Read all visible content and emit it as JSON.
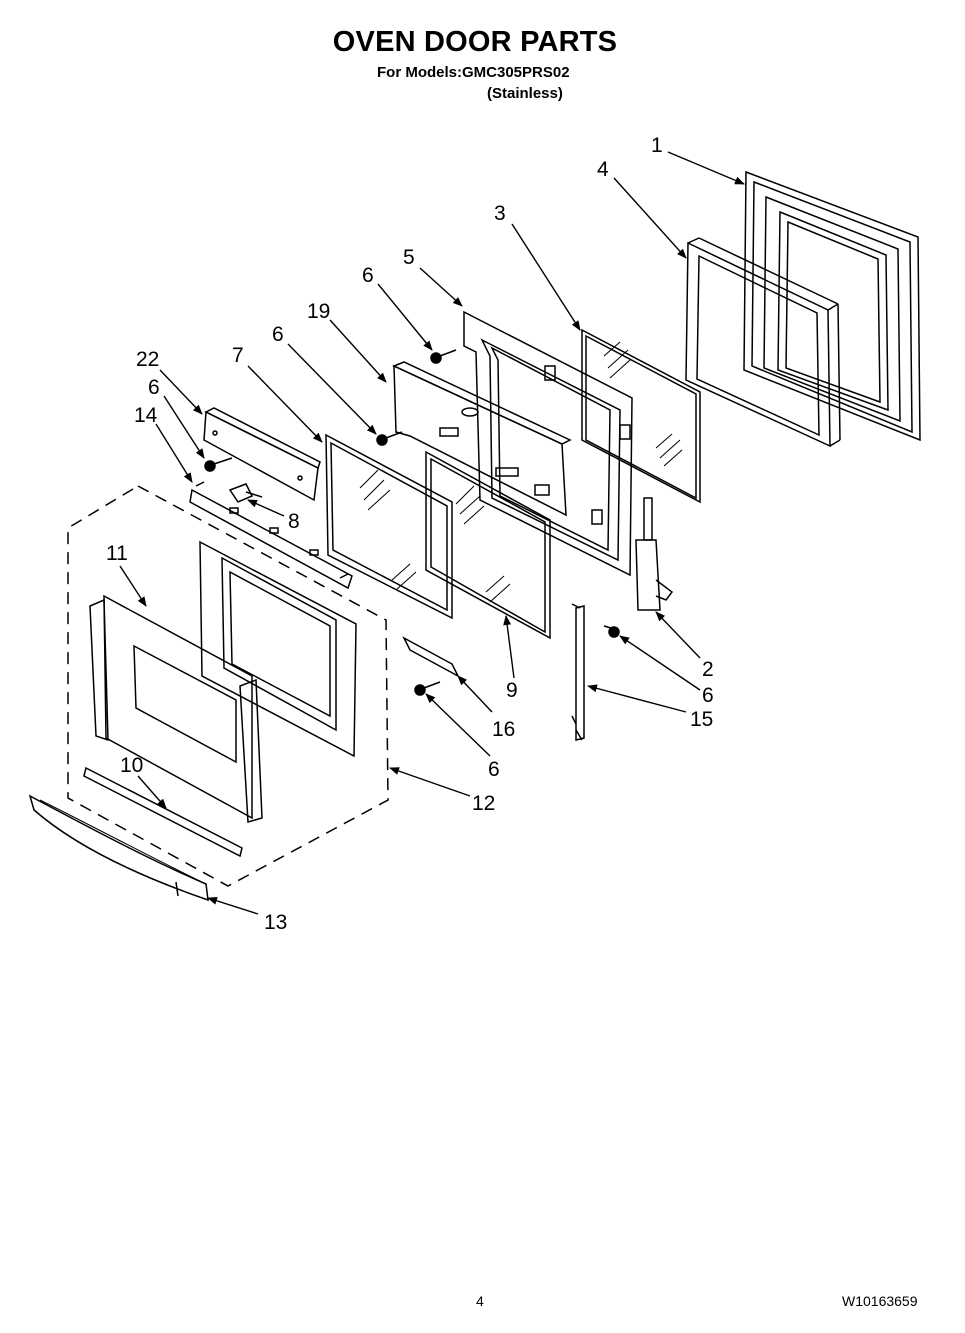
{
  "header": {
    "title": "OVEN DOOR PARTS",
    "models_line": "For Models:GMC305PRS02",
    "finish": "(Stainless)"
  },
  "callouts": {
    "c1": "1",
    "c2": "2",
    "c3": "3",
    "c4": "4",
    "c5": "5",
    "c6a": "6",
    "c6b": "6",
    "c6c": "6",
    "c6d": "6",
    "c6e": "6",
    "c7": "7",
    "c8": "8",
    "c9": "9",
    "c10": "10",
    "c11": "11",
    "c12": "12",
    "c13": "13",
    "c14": "14",
    "c15": "15",
    "c16": "16",
    "c19": "19",
    "c22": "22"
  },
  "footer": {
    "page_number": "4",
    "document_number": "W10163659"
  }
}
